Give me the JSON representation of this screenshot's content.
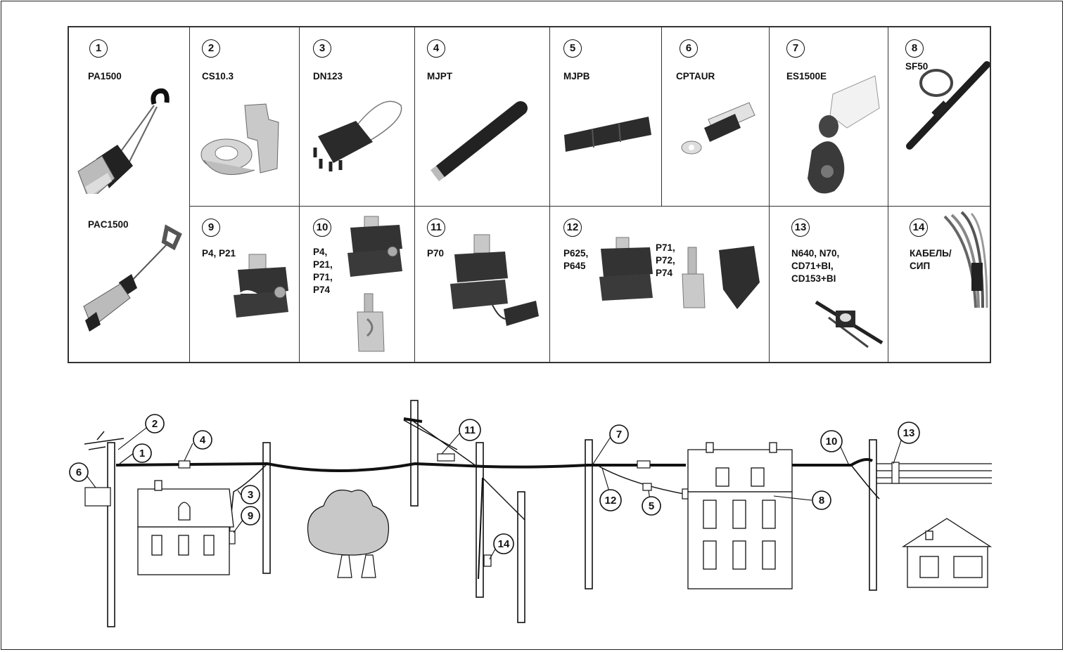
{
  "catalog": {
    "items": [
      {
        "number": "1",
        "label": "PA1500",
        "icon": "anchor-clamp-icon"
      },
      {
        "number": "",
        "label": "PAC1500",
        "icon": "anchor-clamp-ring-icon"
      },
      {
        "number": "2",
        "label": "CS10.3",
        "icon": "hook-bracket-icon"
      },
      {
        "number": "3",
        "label": "DN123",
        "icon": "tension-clamp-icon"
      },
      {
        "number": "4",
        "label": "MJPT",
        "icon": "sleeve-icon"
      },
      {
        "number": "5",
        "label": "MJPB",
        "icon": "splice-connector-icon"
      },
      {
        "number": "6",
        "label": "CPTAUR",
        "icon": "cable-lug-icon"
      },
      {
        "number": "7",
        "label": "ES1500E",
        "icon": "suspension-clamp-icon"
      },
      {
        "number": "8",
        "label": "SF50",
        "icon": "strap-clamp-icon"
      },
      {
        "number": "9",
        "label": "P4, P21",
        "icon": "piercing-connector-icon"
      },
      {
        "number": "10",
        "label": "P4,\nP21,\nP71,\nP74",
        "icon": "piercing-connector-pair-icon"
      },
      {
        "number": "11",
        "label": "P70",
        "icon": "piercing-connector-cap-icon"
      },
      {
        "number": "12",
        "label": "P625,\nP645",
        "label2": "P71,\nP72,\nP74",
        "icon": "piercing-connector-set-icon"
      },
      {
        "number": "13",
        "label": "N640, N70,\nCD71+BI,\nCD153+BI",
        "icon": "branch-connector-icon"
      },
      {
        "number": "14",
        "label": "КАБЕЛЬ/\nСИП",
        "icon": "cable-bundle-icon"
      }
    ]
  },
  "scene": {
    "callouts": [
      "1",
      "2",
      "3",
      "4",
      "5",
      "6",
      "7",
      "8",
      "9",
      "10",
      "11",
      "12",
      "13",
      "14"
    ]
  },
  "colors": {
    "line": "#111111",
    "foliage": "#c8c8c8",
    "metal": "#b0b0b0"
  }
}
